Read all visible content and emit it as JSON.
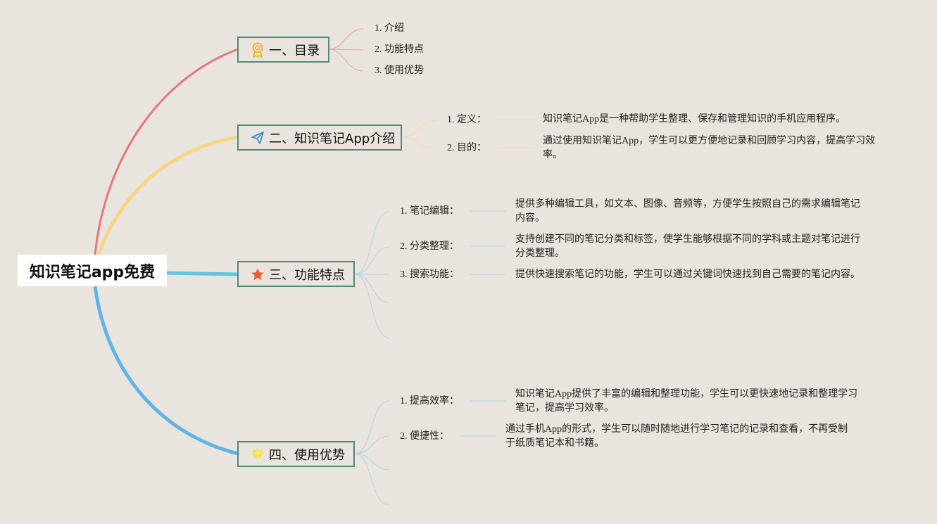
{
  "root": {
    "title": "知识笔记app免费"
  },
  "branches": [
    {
      "title": "一、目录",
      "icon": "award-ribbon-icon",
      "color": "#e9747a",
      "items": [
        {
          "label": "1. 介绍"
        },
        {
          "label": "2. 功能特点"
        },
        {
          "label": "3. 使用优势"
        }
      ]
    },
    {
      "title": "二、知识笔记App介绍",
      "icon": "paper-plane-icon",
      "color": "#f7d585",
      "items": [
        {
          "label": "1. 定义：",
          "desc": "知识笔记App是一种帮助学生整理、保存和管理知识的手机应用程序。"
        },
        {
          "label": "2. 目的：",
          "desc": "通过使用知识笔记App，学生可以更方便地记录和回顾学习内容，提高学习效率。"
        }
      ]
    },
    {
      "title": "三、功能特点",
      "icon": "star-icon",
      "color": "#63c3e2",
      "items": [
        {
          "label": "1. 笔记编辑：",
          "desc": "提供多种编辑工具，如文本、图像、音频等，方便学生按照自己的需求编辑笔记内容。"
        },
        {
          "label": "2. 分类整理：",
          "desc": "支持创建不同的笔记分类和标签，使学生能够根据不同的学科或主题对笔记进行分类整理。"
        },
        {
          "label": "3. 搜索功能：",
          "desc": "提供快速搜索笔记的功能，学生可以通过关键词快速找到自己需要的笔记内容。"
        }
      ]
    },
    {
      "title": "四、使用优势",
      "icon": "diamond-icon",
      "color": "#5fb4ea",
      "items": [
        {
          "label": "1. 提高效率：",
          "desc": "知识笔记App提供了丰富的编辑和整理功能，学生可以更快速地记录和整理学习笔记，提高学习效率。"
        },
        {
          "label": "2. 便捷性：",
          "desc": "通过手机App的形式，学生可以随时随地进行学习笔记的记录和查看，不再受制于纸质笔记本和书籍。"
        }
      ]
    }
  ]
}
